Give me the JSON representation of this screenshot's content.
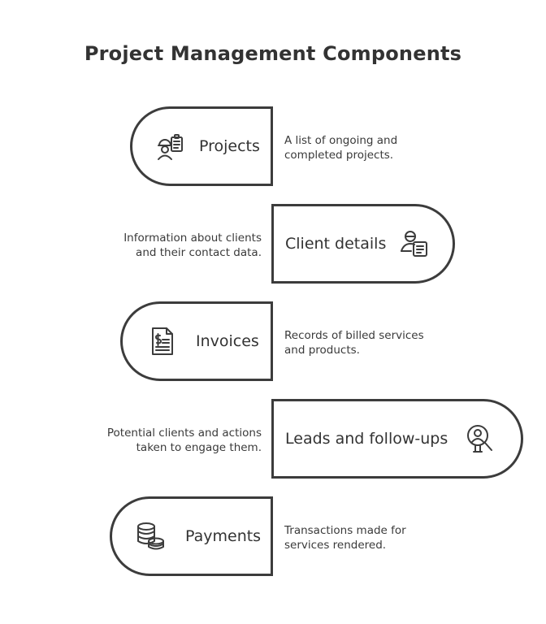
{
  "title": "Project Management Components",
  "items": [
    {
      "label": "Projects",
      "icon": "worker-clipboard-icon",
      "desc": [
        "A list of ongoing and",
        "completed projects."
      ]
    },
    {
      "label": "Client details",
      "icon": "user-card-icon",
      "desc": [
        "Information about clients",
        "and their contact data."
      ]
    },
    {
      "label": "Invoices",
      "icon": "invoice-document-icon",
      "desc": [
        "Records of billed services",
        "and products."
      ]
    },
    {
      "label": "Leads and follow-ups",
      "icon": "person-magnifier-icon",
      "desc": [
        "Potential clients and actions",
        "taken to engage them."
      ]
    },
    {
      "label": "Payments",
      "icon": "coin-stack-icon",
      "desc": [
        "Transactions made for",
        "services rendered."
      ]
    }
  ],
  "colors": {
    "stroke": "#3c3c3c",
    "text": "#333333",
    "background": "#ffffff"
  }
}
